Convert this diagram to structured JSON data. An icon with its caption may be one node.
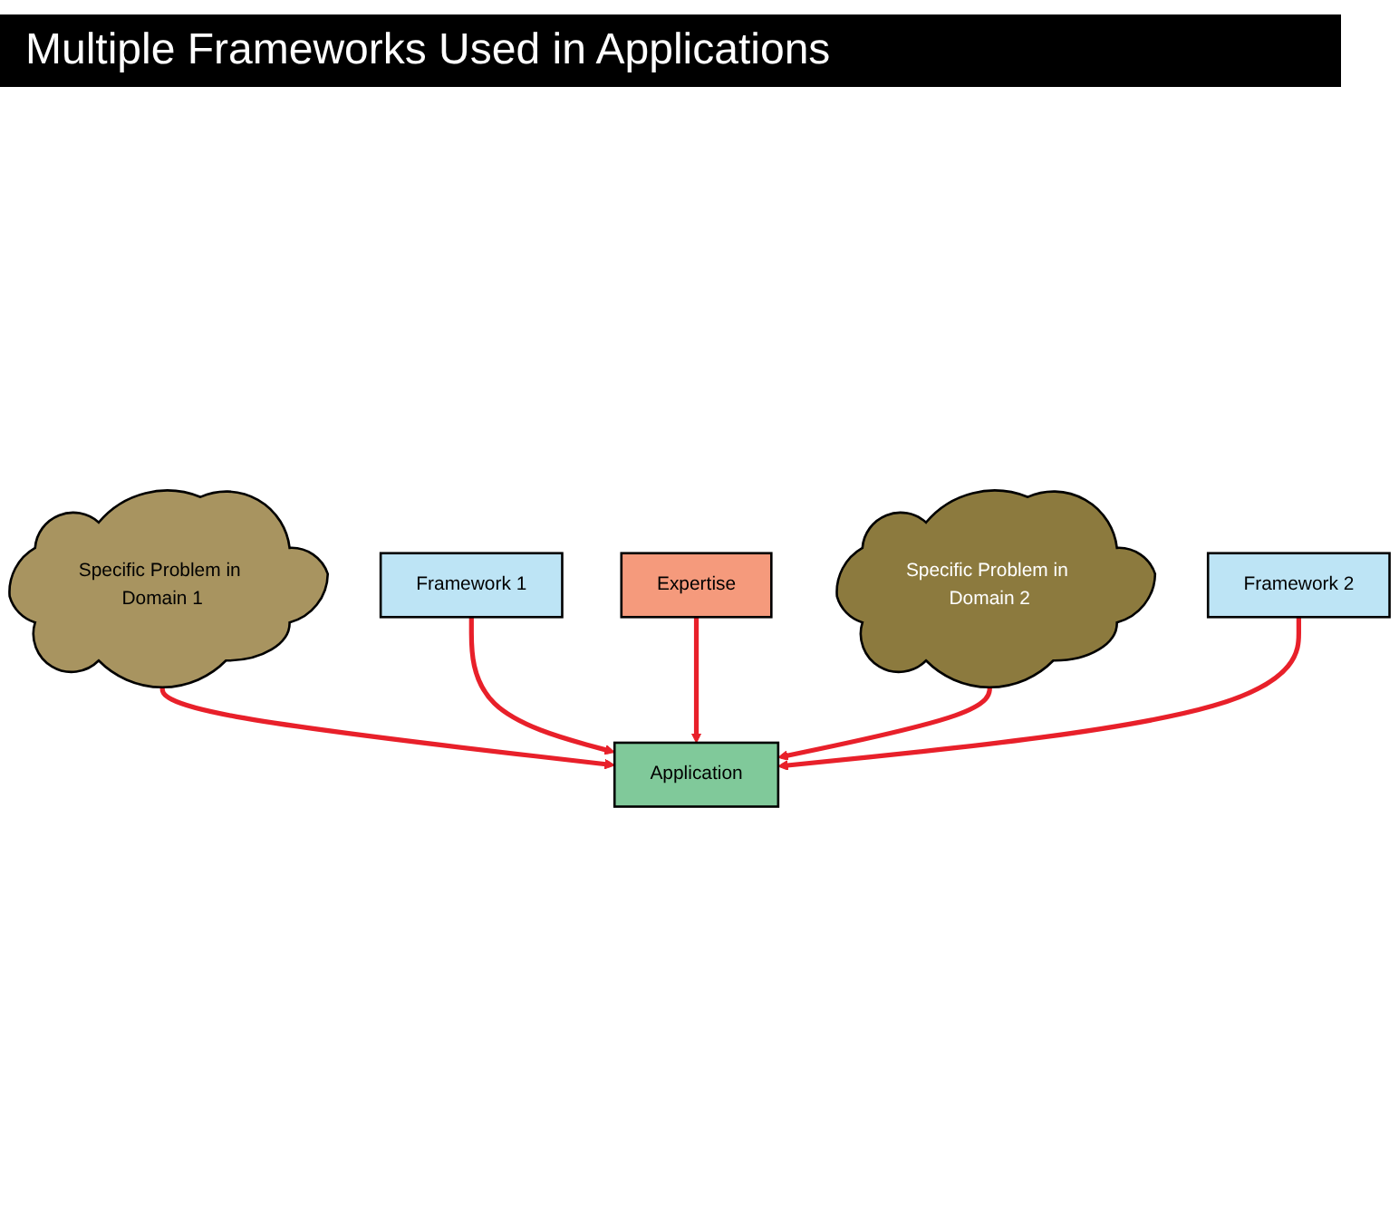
{
  "diagram": {
    "title": "Multiple Frameworks Used in Applications",
    "nodes": [
      {
        "text": [
          "Specific Problem in Domain 1"
        ]
      },
      {
        "text": [
          "Framework 1"
        ]
      },
      {
        "text": [
          "Application"
        ]
      },
      {
        "text": [
          "Expertise"
        ]
      },
      {
        "text": [
          "Specific Problem in Domain 2"
        ]
      },
      {
        "text": [
          "Framework 2"
        ]
      }
    ],
    "edges": [
      {
        "from": 0,
        "to": 2,
        "arrow": "to"
      },
      {
        "from": 1,
        "to": 2,
        "arrow": "to"
      },
      {
        "from": 3,
        "to": 2,
        "arrow": "to"
      },
      {
        "from": 4,
        "to": 2,
        "arrow": "to"
      },
      {
        "from": 5,
        "to": 2,
        "arrow": "to"
      }
    ]
  }
}
